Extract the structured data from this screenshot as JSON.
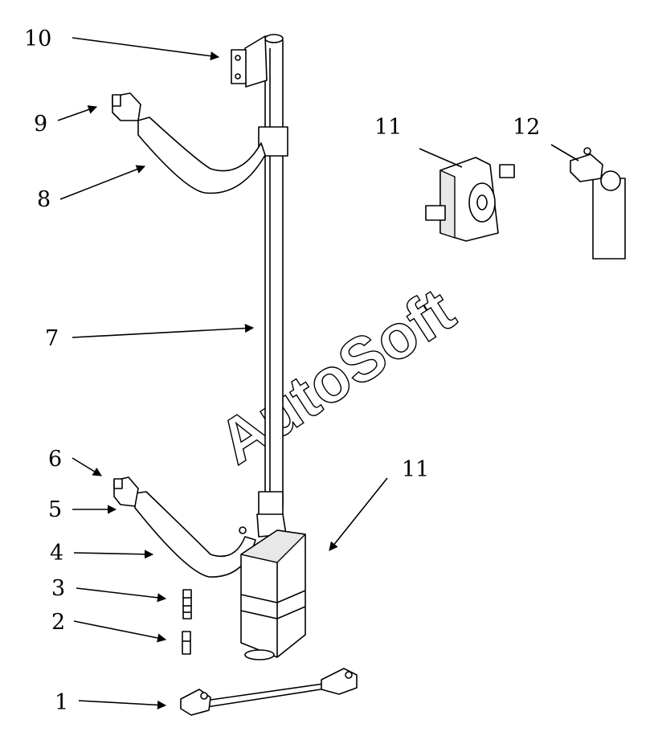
{
  "callouts": {
    "c1": "1",
    "c2": "2",
    "c3": "3",
    "c4": "4",
    "c5": "5",
    "c6": "6",
    "c7": "7",
    "c8": "8",
    "c9": "9",
    "c10": "10",
    "c11_top": "11",
    "c11_bottom": "11",
    "c12": "12"
  },
  "watermark": "AutoSoft"
}
